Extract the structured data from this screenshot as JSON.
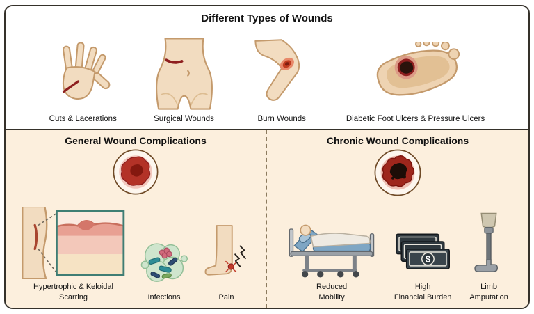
{
  "types_section": {
    "title": "Different Types of Wounds",
    "items": [
      {
        "label": "Cuts & Lacerations",
        "icon": "hand-cut-icon"
      },
      {
        "label": "Surgical Wounds",
        "icon": "torso-incision-icon"
      },
      {
        "label": "Burn Wounds",
        "icon": "arm-burn-icon"
      },
      {
        "label": "Diabetic Foot Ulcers & Pressure Ulcers",
        "icon": "foot-ulcer-icon"
      }
    ]
  },
  "general_section": {
    "title": "General Wound Complications",
    "badge_icon": "acute-wound-icon",
    "items": [
      {
        "label": "Hypertrophic & Keloidal\nScarring",
        "icon": "scarring-inset-icon"
      },
      {
        "label": "Infections",
        "icon": "bacteria-icon"
      },
      {
        "label": "Pain",
        "icon": "ankle-pain-icon"
      }
    ]
  },
  "chronic_section": {
    "title": "Chronic Wound Complications",
    "badge_icon": "chronic-wound-icon",
    "money_symbol": "$",
    "items": [
      {
        "label": "Reduced\nMobility",
        "icon": "hospital-bed-icon"
      },
      {
        "label": "High\nFinancial Burden",
        "icon": "money-icon"
      },
      {
        "label": "Limb\nAmputation",
        "icon": "prosthetic-leg-icon"
      }
    ]
  },
  "colors": {
    "panel_background": "#fcefdd",
    "frame_border": "#35312a",
    "skin": "#f2dcc0",
    "skin_outline": "#c49a6c",
    "wound_red": "#8e1f1f",
    "divider_dashed": "#8c7b5f"
  }
}
